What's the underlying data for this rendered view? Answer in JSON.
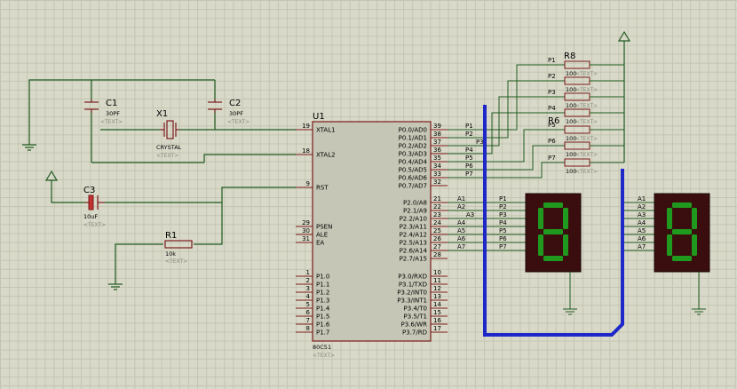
{
  "chip": {
    "ref": "U1",
    "part": "80C51",
    "text_placeholder": "<TEXT>",
    "left_pins": [
      {
        "num": "19",
        "name": "XTAL1"
      },
      {
        "num": "18",
        "name": "XTAL2"
      },
      {
        "num": "9",
        "name": "RST"
      },
      {
        "num": "29",
        "name": "PSEN"
      },
      {
        "num": "30",
        "name": "ALE"
      },
      {
        "num": "31",
        "name": "EA"
      },
      {
        "num": "1",
        "name": "P1.0"
      },
      {
        "num": "2",
        "name": "P1.1"
      },
      {
        "num": "3",
        "name": "P1.2"
      },
      {
        "num": "4",
        "name": "P1.3"
      },
      {
        "num": "5",
        "name": "P1.4"
      },
      {
        "num": "6",
        "name": "P1.5"
      },
      {
        "num": "7",
        "name": "P1.6"
      },
      {
        "num": "8",
        "name": "P1.7"
      }
    ],
    "right_pins": [
      {
        "num": "39",
        "name": "P0.0/AD0"
      },
      {
        "num": "38",
        "name": "P0.1/AD1"
      },
      {
        "num": "37",
        "name": "P0.2/AD2"
      },
      {
        "num": "36",
        "name": "P0.3/AD3"
      },
      {
        "num": "35",
        "name": "P0.4/AD4"
      },
      {
        "num": "34",
        "name": "P0.5/AD5"
      },
      {
        "num": "33",
        "name": "P0.6/AD6"
      },
      {
        "num": "32",
        "name": "P0.7/AD7"
      },
      {
        "num": "21",
        "name": "P2.0/A8"
      },
      {
        "num": "22",
        "name": "P2.1/A9"
      },
      {
        "num": "23",
        "name": "P2.2/A10"
      },
      {
        "num": "24",
        "name": "P2.3/A11"
      },
      {
        "num": "25",
        "name": "P2.4/A12"
      },
      {
        "num": "26",
        "name": "P2.5/A13"
      },
      {
        "num": "27",
        "name": "P2.6/A14"
      },
      {
        "num": "28",
        "name": "P2.7/A15"
      },
      {
        "num": "10",
        "name": "P3.0/RXD"
      },
      {
        "num": "11",
        "name": "P3.1/TXD"
      },
      {
        "num": "12",
        "name": "P3.2/INT0"
      },
      {
        "num": "13",
        "name": "P3.3/INT1"
      },
      {
        "num": "14",
        "name": "P3.4/T0"
      },
      {
        "num": "15",
        "name": "P3.5/T1"
      },
      {
        "num": "16",
        "name": "P3.6/WR"
      },
      {
        "num": "17",
        "name": "P3.7/RD"
      }
    ]
  },
  "components": {
    "c1": {
      "ref": "C1",
      "value": "30PF",
      "text": "<TEXT>"
    },
    "c2": {
      "ref": "C2",
      "value": "30PF",
      "text": "<TEXT>"
    },
    "x1": {
      "ref": "X1",
      "value": "CRYSTAL",
      "text": "<TEXT>"
    },
    "c3": {
      "ref": "C3",
      "value": "10uF",
      "text": "<TEXT>"
    },
    "r1": {
      "ref": "R1",
      "value": "10k",
      "text": "<TEXT>"
    },
    "r8": {
      "ref": "R8"
    },
    "r6": {
      "ref": "R6"
    },
    "resistor_value": "100",
    "resistor_text": "<TEXT>"
  },
  "nets": {
    "p0_labels": [
      "P1",
      "P2",
      "P3",
      "P4",
      "P5",
      "P6",
      "P7"
    ],
    "p2_labels": [
      "A1",
      "A2",
      "A3",
      "A4",
      "A5",
      "A6",
      "A7"
    ],
    "display1_labels": [
      "P1",
      "P2",
      "P3",
      "P4",
      "P5",
      "P6",
      "P7"
    ],
    "display2_labels": [
      "A1",
      "A2",
      "A3",
      "A4",
      "A5",
      "A6",
      "A7"
    ],
    "resistor_labels": [
      "P1",
      "P2",
      "P3",
      "P4",
      "P5",
      "P6",
      "P7"
    ]
  },
  "displays": [
    {
      "digit": "8",
      "segment_color": "#1f9a1f",
      "body_color": "#3a0e0e"
    },
    {
      "digit": "8",
      "segment_color": "#1f9a1f",
      "body_color": "#3a0e0e"
    }
  ],
  "colors": {
    "wire": "#1e5a1e",
    "component": "#7a1a1a",
    "chip_body": "#c6c6b6",
    "bus": "#1e28c8",
    "background": "#d9d9c9"
  }
}
